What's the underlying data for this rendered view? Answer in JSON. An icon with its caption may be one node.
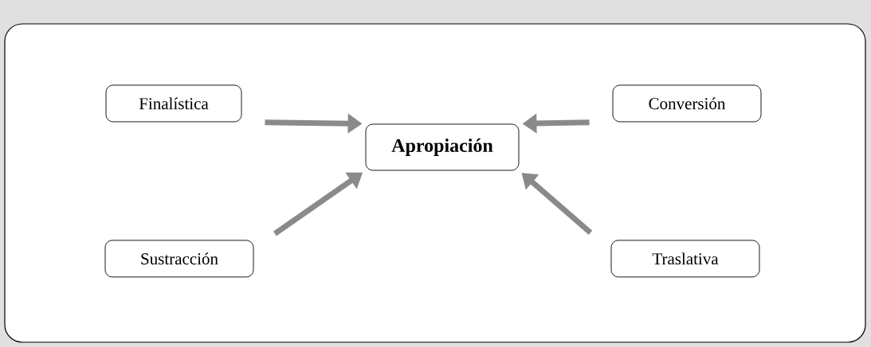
{
  "diagram": {
    "nodes": [
      {
        "text": [
          "Finalística"
        ]
      },
      {
        "text": [
          "Conversión"
        ]
      },
      {
        "text": [
          "Apropiación"
        ]
      },
      {
        "text": [
          "Sustracción"
        ]
      },
      {
        "text": [
          "Traslativa"
        ]
      }
    ],
    "edges": [
      {
        "from": 0,
        "to": 2,
        "arrow": "to"
      },
      {
        "from": 1,
        "to": 2,
        "arrow": "to"
      },
      {
        "from": 3,
        "to": 2,
        "arrow": "to"
      },
      {
        "from": 4,
        "to": 2,
        "arrow": "to"
      }
    ]
  }
}
